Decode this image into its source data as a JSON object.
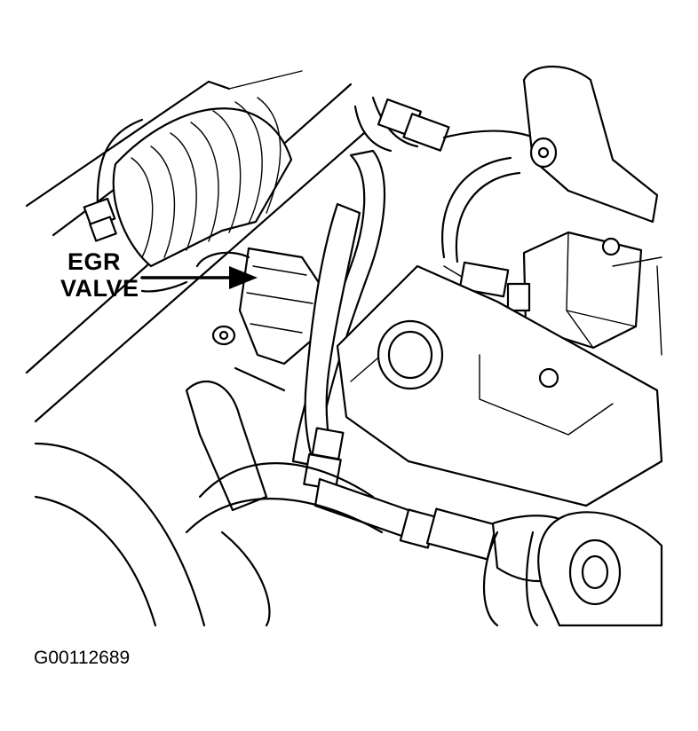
{
  "callout": {
    "line1": "EGR",
    "line2": "VALVE"
  },
  "figure_id": "G00112689",
  "colors": {
    "ink": "#000000",
    "paper": "#ffffff"
  }
}
